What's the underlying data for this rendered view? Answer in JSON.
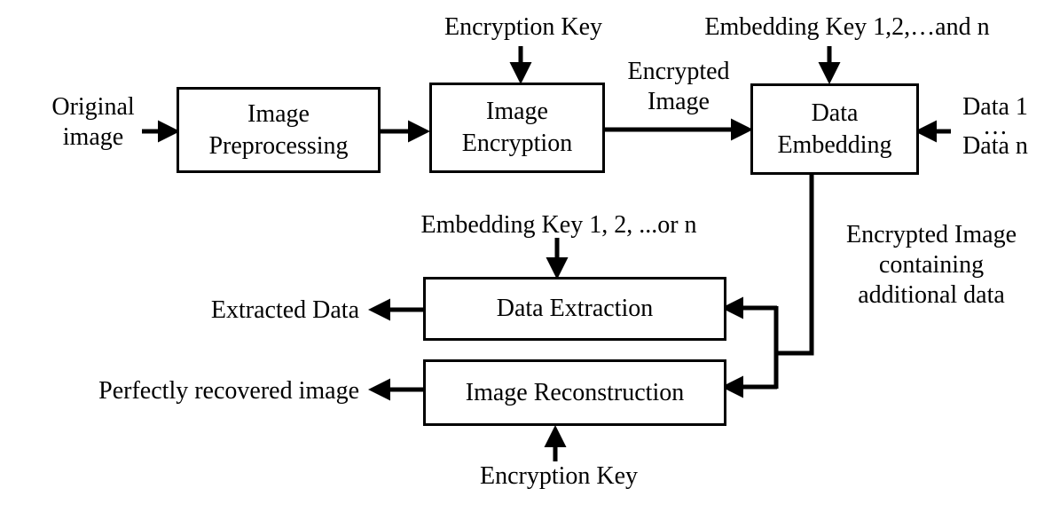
{
  "diagram": {
    "boxes": {
      "preprocessing": {
        "line1": "Image",
        "line2": "Preprocessing"
      },
      "encryption": {
        "line1": "Image",
        "line2": "Encryption"
      },
      "embedding": {
        "line1": "Data",
        "line2": "Embedding"
      },
      "extraction": {
        "label": "Data Extraction"
      },
      "reconstruction": {
        "label": "Image Reconstruction"
      }
    },
    "labels": {
      "original_image_1": "Original",
      "original_image_2": "image",
      "encryption_key_top": "Encryption Key",
      "embedding_keys_top": "Embedding Key 1,2,…and n",
      "encrypted_image_1": "Encrypted",
      "encrypted_image_2": "Image",
      "data_1": "Data 1",
      "data_dots": "…",
      "data_n": "Data n",
      "embedding_key_any": "Embedding Key 1, 2, ...or n",
      "encrypted_with_data_1": "Encrypted Image",
      "encrypted_with_data_2": "containing",
      "encrypted_with_data_3": "additional data",
      "extracted_data": "Extracted Data",
      "recovered_image": "Perfectly recovered image",
      "encryption_key_bottom": "Encryption Key"
    },
    "colors": {
      "stroke": "#000000",
      "background": "#ffffff"
    }
  }
}
